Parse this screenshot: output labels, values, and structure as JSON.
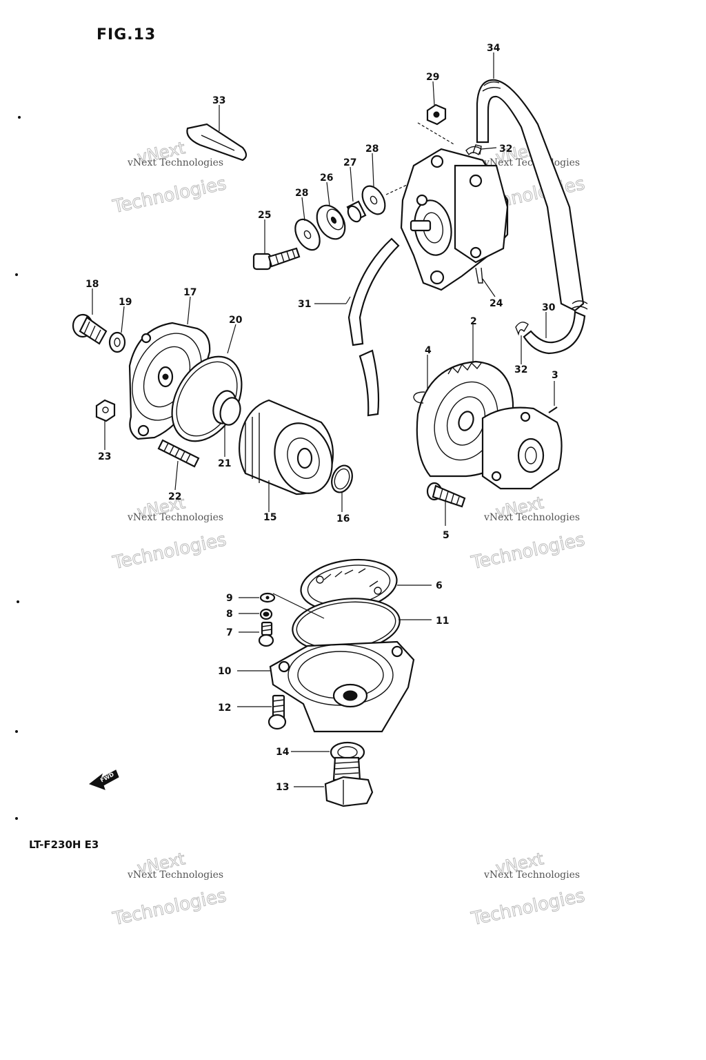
{
  "figure": {
    "title": "FIG.13",
    "model": "LT-F230H E3",
    "fwd_label": "FWD"
  },
  "watermark": {
    "line1": "vNext Technologies",
    "line2": "vNext",
    "line3": "Technologies"
  },
  "callouts": [
    {
      "id": "c2",
      "text": "2"
    },
    {
      "id": "c3",
      "text": "3"
    },
    {
      "id": "c4",
      "text": "4"
    },
    {
      "id": "c5",
      "text": "5"
    },
    {
      "id": "c6",
      "text": "6"
    },
    {
      "id": "c7",
      "text": "7"
    },
    {
      "id": "c8",
      "text": "8"
    },
    {
      "id": "c9",
      "text": "9"
    },
    {
      "id": "c10",
      "text": "10"
    },
    {
      "id": "c11",
      "text": "11"
    },
    {
      "id": "c12",
      "text": "12"
    },
    {
      "id": "c13",
      "text": "13"
    },
    {
      "id": "c14",
      "text": "14"
    },
    {
      "id": "c15",
      "text": "15"
    },
    {
      "id": "c16",
      "text": "16"
    },
    {
      "id": "c17",
      "text": "17"
    },
    {
      "id": "c18",
      "text": "18"
    },
    {
      "id": "c19",
      "text": "19"
    },
    {
      "id": "c20",
      "text": "20"
    },
    {
      "id": "c21",
      "text": "21"
    },
    {
      "id": "c22",
      "text": "22"
    },
    {
      "id": "c23",
      "text": "23"
    },
    {
      "id": "c24",
      "text": "24"
    },
    {
      "id": "c25",
      "text": "25"
    },
    {
      "id": "c26",
      "text": "26"
    },
    {
      "id": "c27",
      "text": "27"
    },
    {
      "id": "c28a",
      "text": "28"
    },
    {
      "id": "c28b",
      "text": "28"
    },
    {
      "id": "c29",
      "text": "29"
    },
    {
      "id": "c30",
      "text": "30"
    },
    {
      "id": "c31",
      "text": "31"
    },
    {
      "id": "c32a",
      "text": "32"
    },
    {
      "id": "c32b",
      "text": "32"
    },
    {
      "id": "c33",
      "text": "33"
    },
    {
      "id": "c34",
      "text": "34"
    }
  ]
}
